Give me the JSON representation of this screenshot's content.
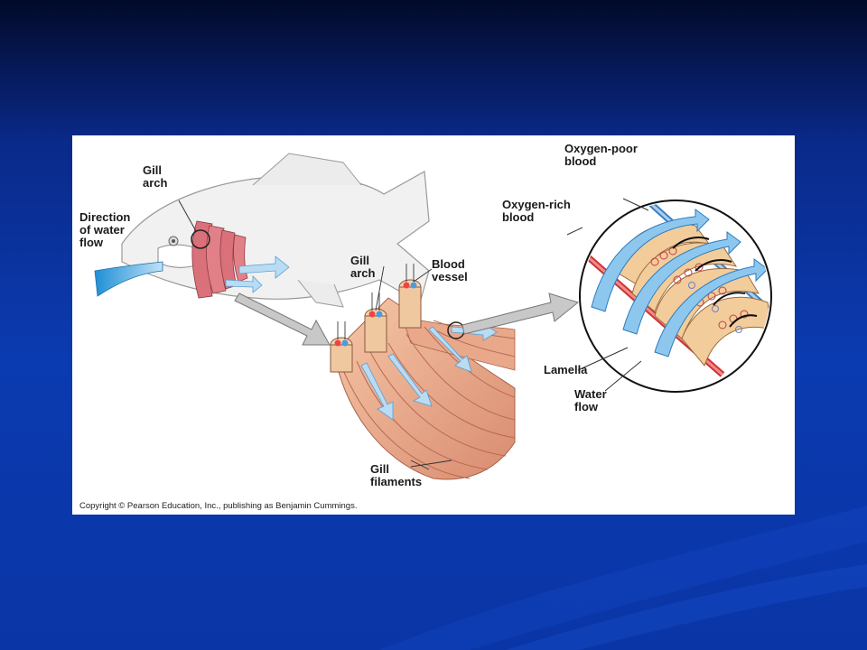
{
  "figure": {
    "labels": {
      "gill_arch_fish": "Gill\narch",
      "direction_water_flow": "Direction\nof water\nflow",
      "gill_arch_detail": "Gill\narch",
      "blood_vessel": "Blood\nvessel",
      "gill_filaments": "Gill\nfilaments",
      "oxygen_poor_blood": "Oxygen-poor\nblood",
      "oxygen_rich_blood": "Oxygen-rich\nblood",
      "lamella": "Lamella",
      "water_flow": "Water\nflow"
    },
    "copyright": "Copyright © Pearson Education, Inc., publishing as Benjamin Cummings."
  }
}
